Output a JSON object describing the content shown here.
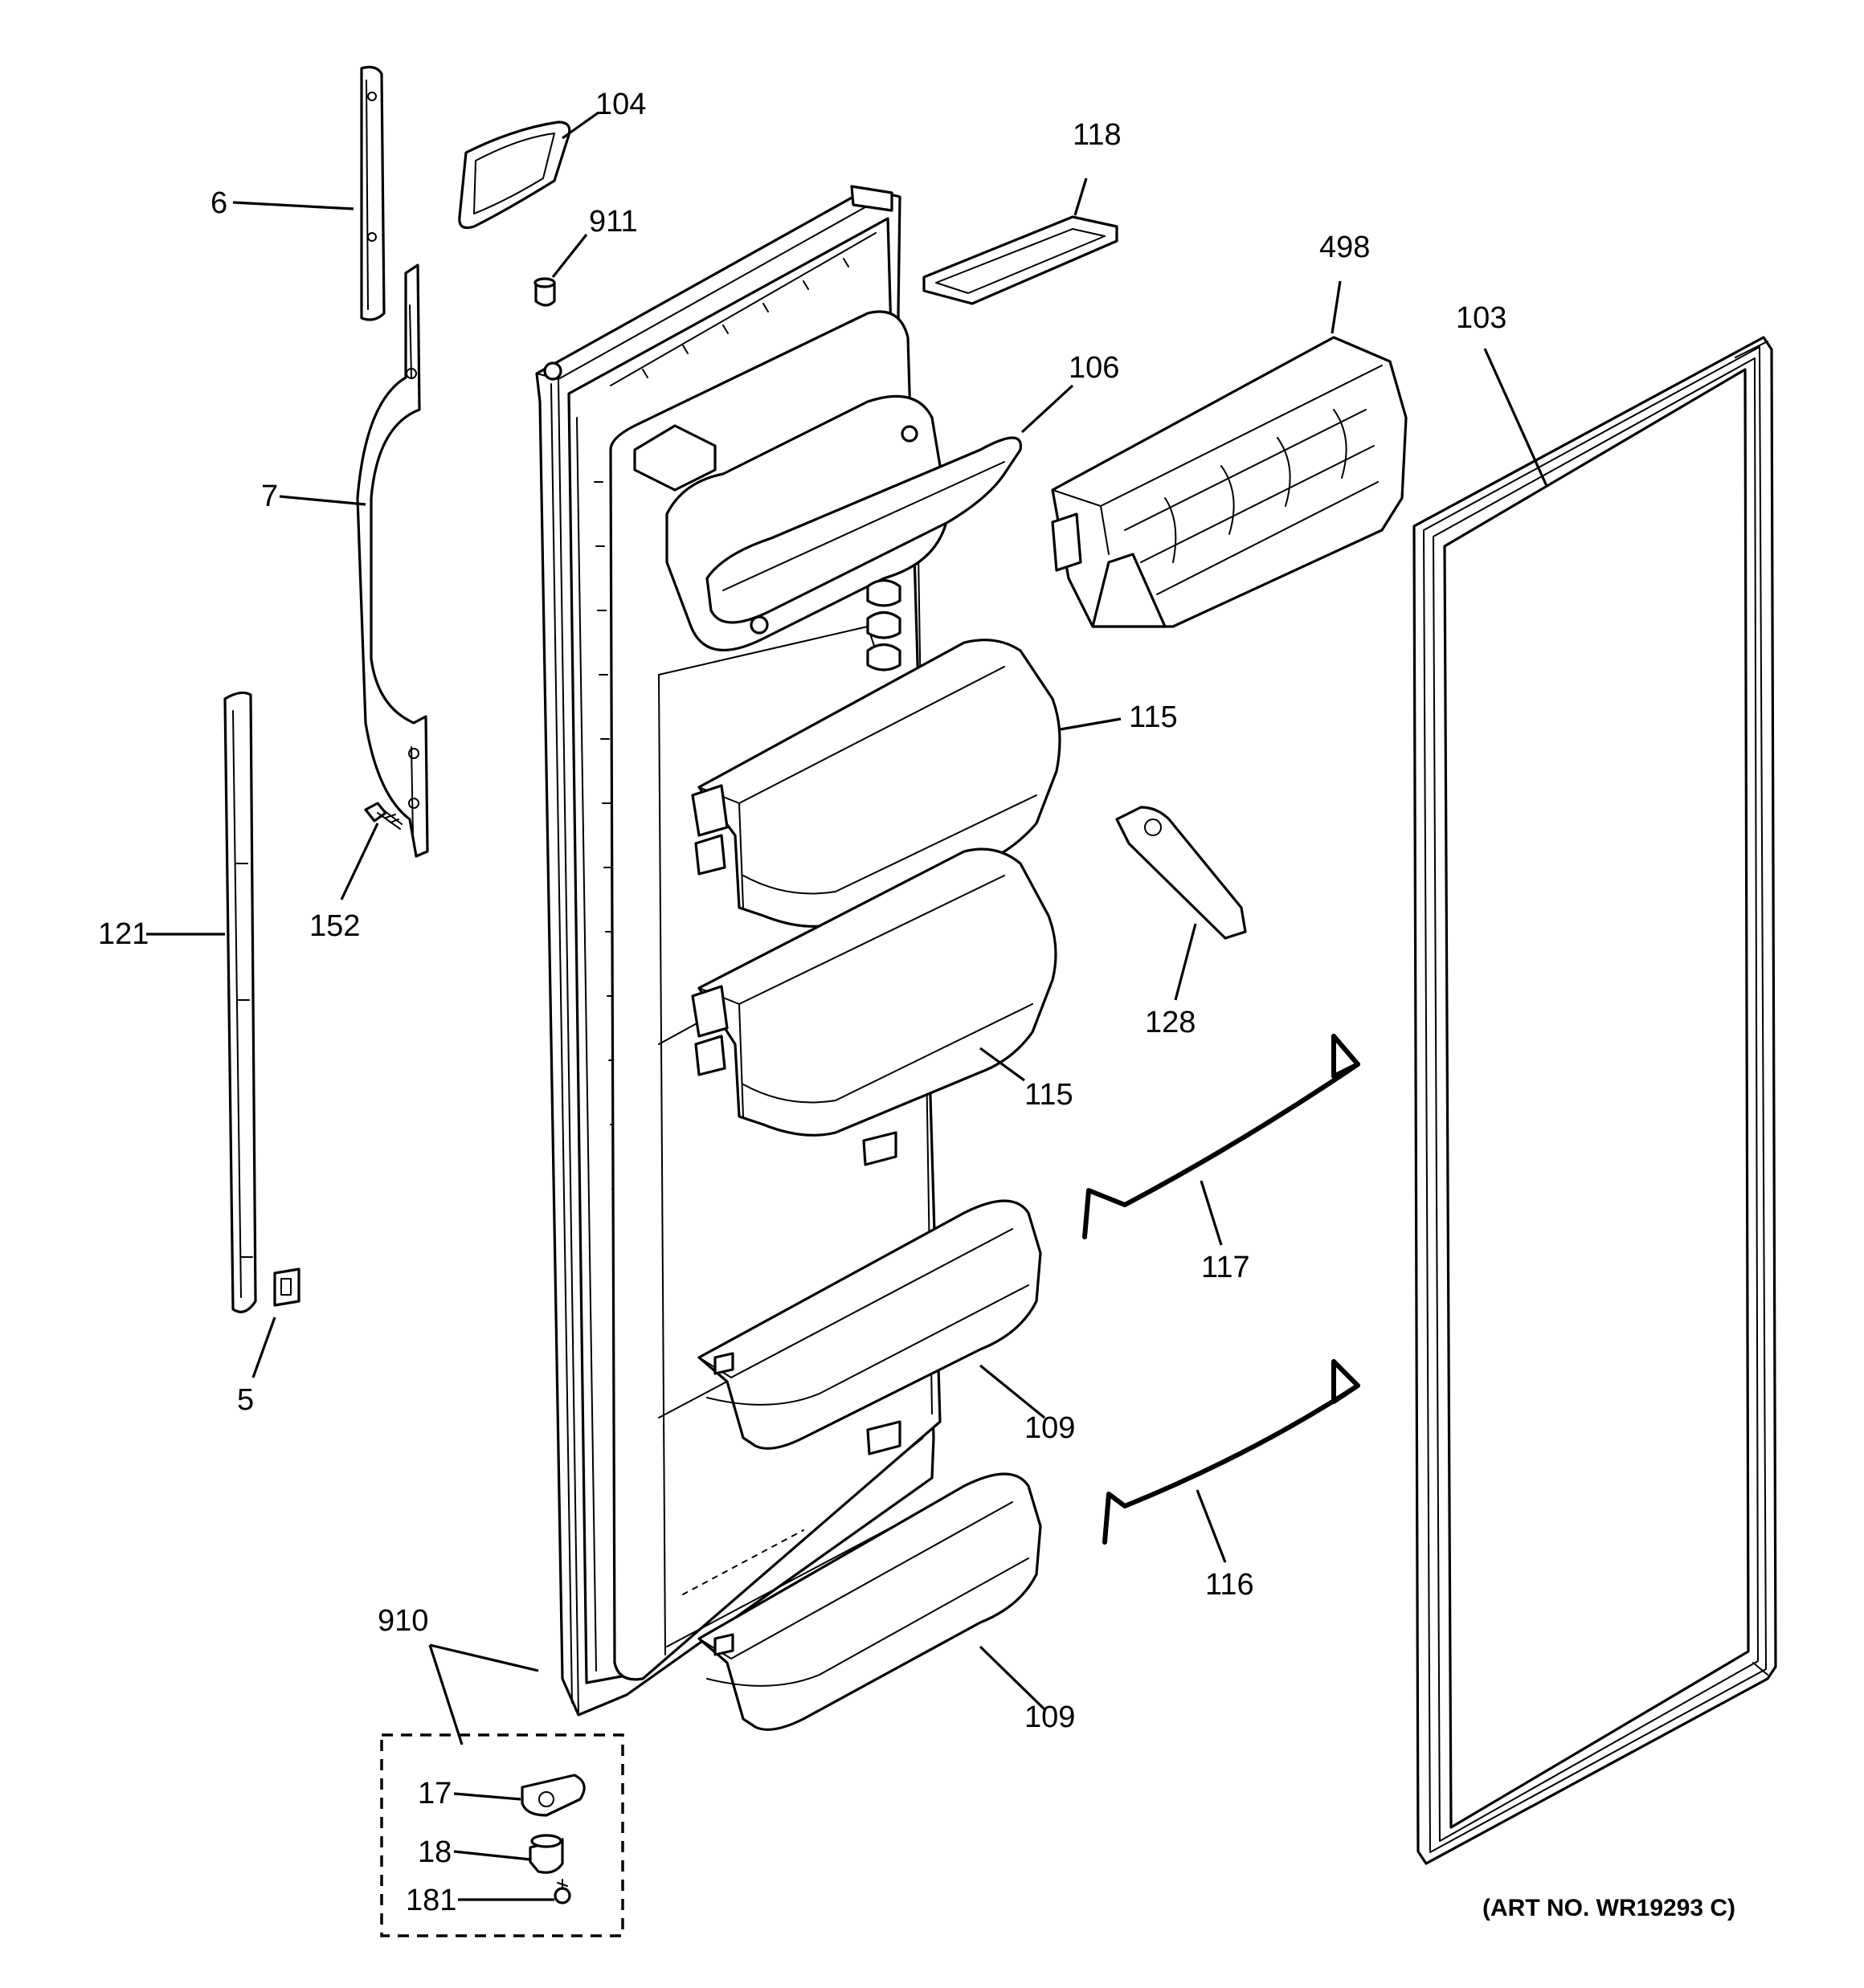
{
  "diagram": {
    "art_number": "(ART NO. WR19293 C)",
    "callouts": [
      {
        "id": "6",
        "text": "6"
      },
      {
        "id": "104",
        "text": "104"
      },
      {
        "id": "911",
        "text": "911"
      },
      {
        "id": "118",
        "text": "118"
      },
      {
        "id": "498",
        "text": "498"
      },
      {
        "id": "103",
        "text": "103"
      },
      {
        "id": "106",
        "text": "106"
      },
      {
        "id": "7",
        "text": "7"
      },
      {
        "id": "115a",
        "text": "115"
      },
      {
        "id": "128",
        "text": "128"
      },
      {
        "id": "121",
        "text": "121"
      },
      {
        "id": "152",
        "text": "152"
      },
      {
        "id": "115b",
        "text": "115"
      },
      {
        "id": "117",
        "text": "117"
      },
      {
        "id": "5",
        "text": "5"
      },
      {
        "id": "109a",
        "text": "109"
      },
      {
        "id": "116",
        "text": "116"
      },
      {
        "id": "910",
        "text": "910"
      },
      {
        "id": "109b",
        "text": "109"
      },
      {
        "id": "17",
        "text": "17"
      },
      {
        "id": "18",
        "text": "18"
      },
      {
        "id": "181",
        "text": "181"
      }
    ]
  }
}
